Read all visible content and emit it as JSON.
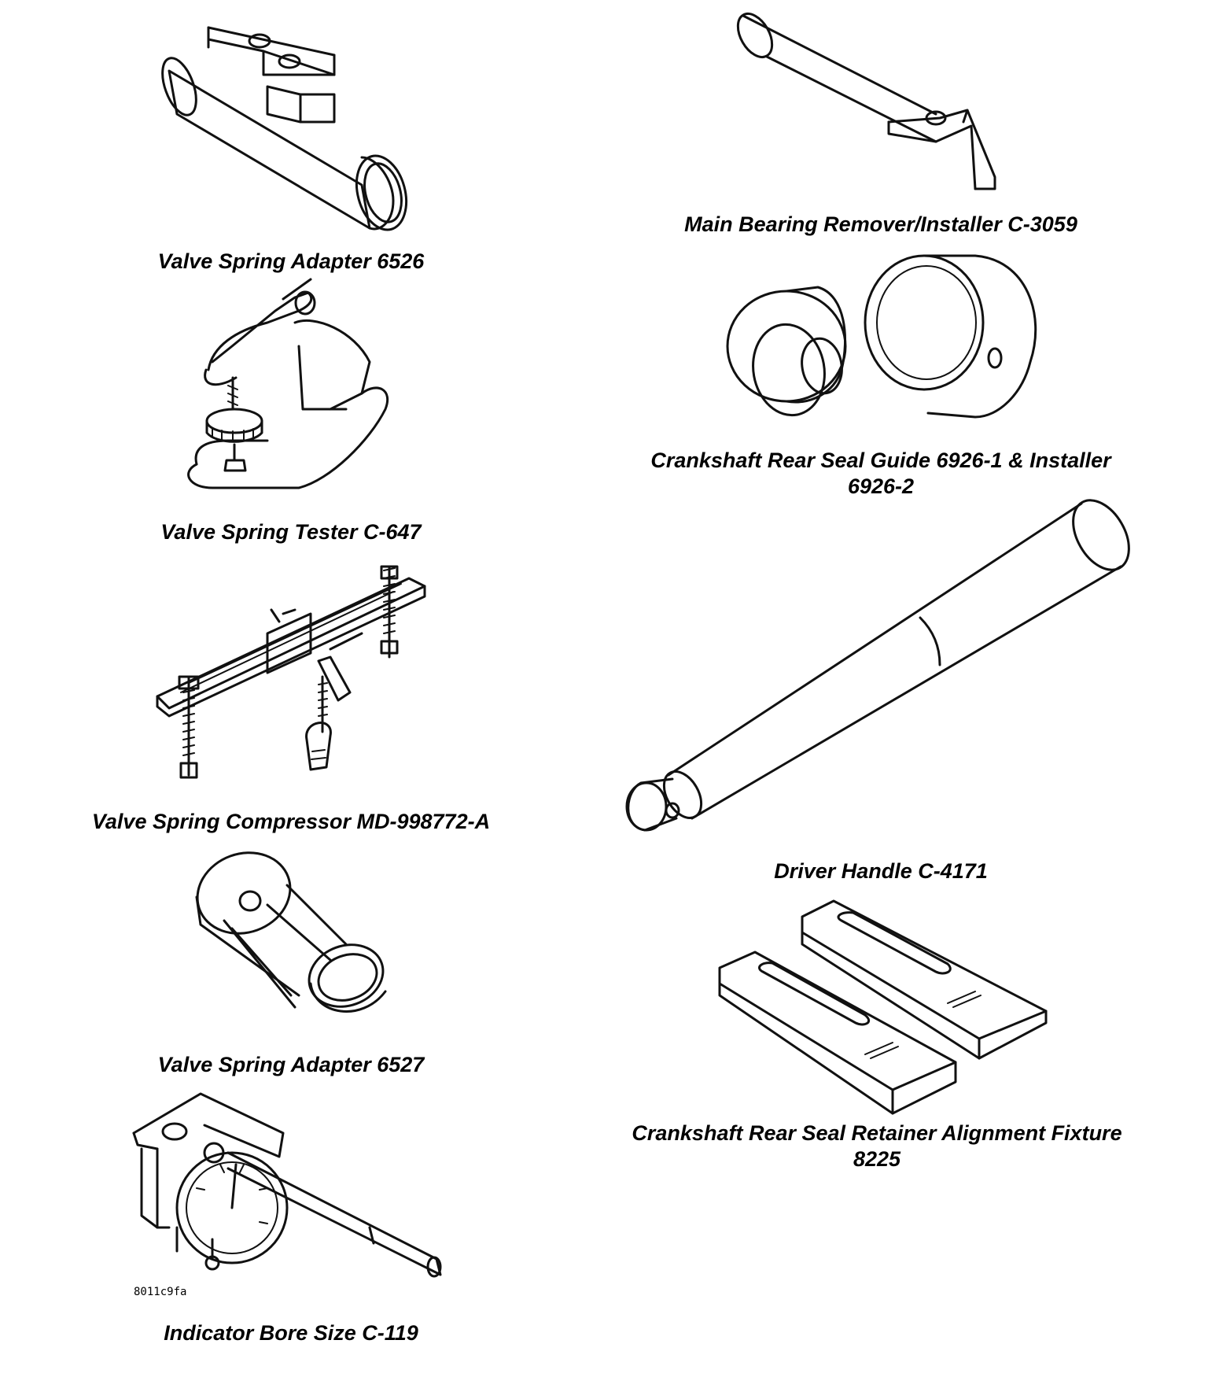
{
  "tools": [
    {
      "id": "valve-spring-adapter-6526",
      "caption": "Valve Spring Adapter 6526",
      "icon": "valve-spring-adapter-icon"
    },
    {
      "id": "valve-spring-tester-c647",
      "caption": "Valve Spring Tester C-647",
      "icon": "valve-spring-tester-icon"
    },
    {
      "id": "valve-spring-compressor-md998772a",
      "caption": "Valve Spring Compressor MD-998772-A",
      "icon": "valve-spring-compressor-icon"
    },
    {
      "id": "valve-spring-adapter-6527",
      "caption": "Valve Spring Adapter 6527",
      "icon": "valve-spring-adapter-icon"
    },
    {
      "id": "indicator-bore-size-c119",
      "caption": "Indicator Bore Size C-119",
      "icon": "dial-bore-indicator-icon"
    },
    {
      "id": "main-bearing-remover-c3059",
      "caption": "Main Bearing Remover/Installer C-3059",
      "icon": "bearing-remover-icon"
    },
    {
      "id": "crankshaft-rear-seal-guide",
      "caption": "Crankshaft Rear Seal Guide 6926-1 & Installer\n6926-2",
      "icon": "seal-guide-installer-icon"
    },
    {
      "id": "driver-handle-c4171",
      "caption": "Driver Handle C-4171",
      "icon": "driver-handle-icon"
    },
    {
      "id": "rear-seal-retainer-fixture",
      "caption": "Crankshaft Rear Seal Retainer Alignment Fixture\n8225",
      "icon": "alignment-fixture-icon"
    }
  ],
  "figure_code": "8011c9fa"
}
